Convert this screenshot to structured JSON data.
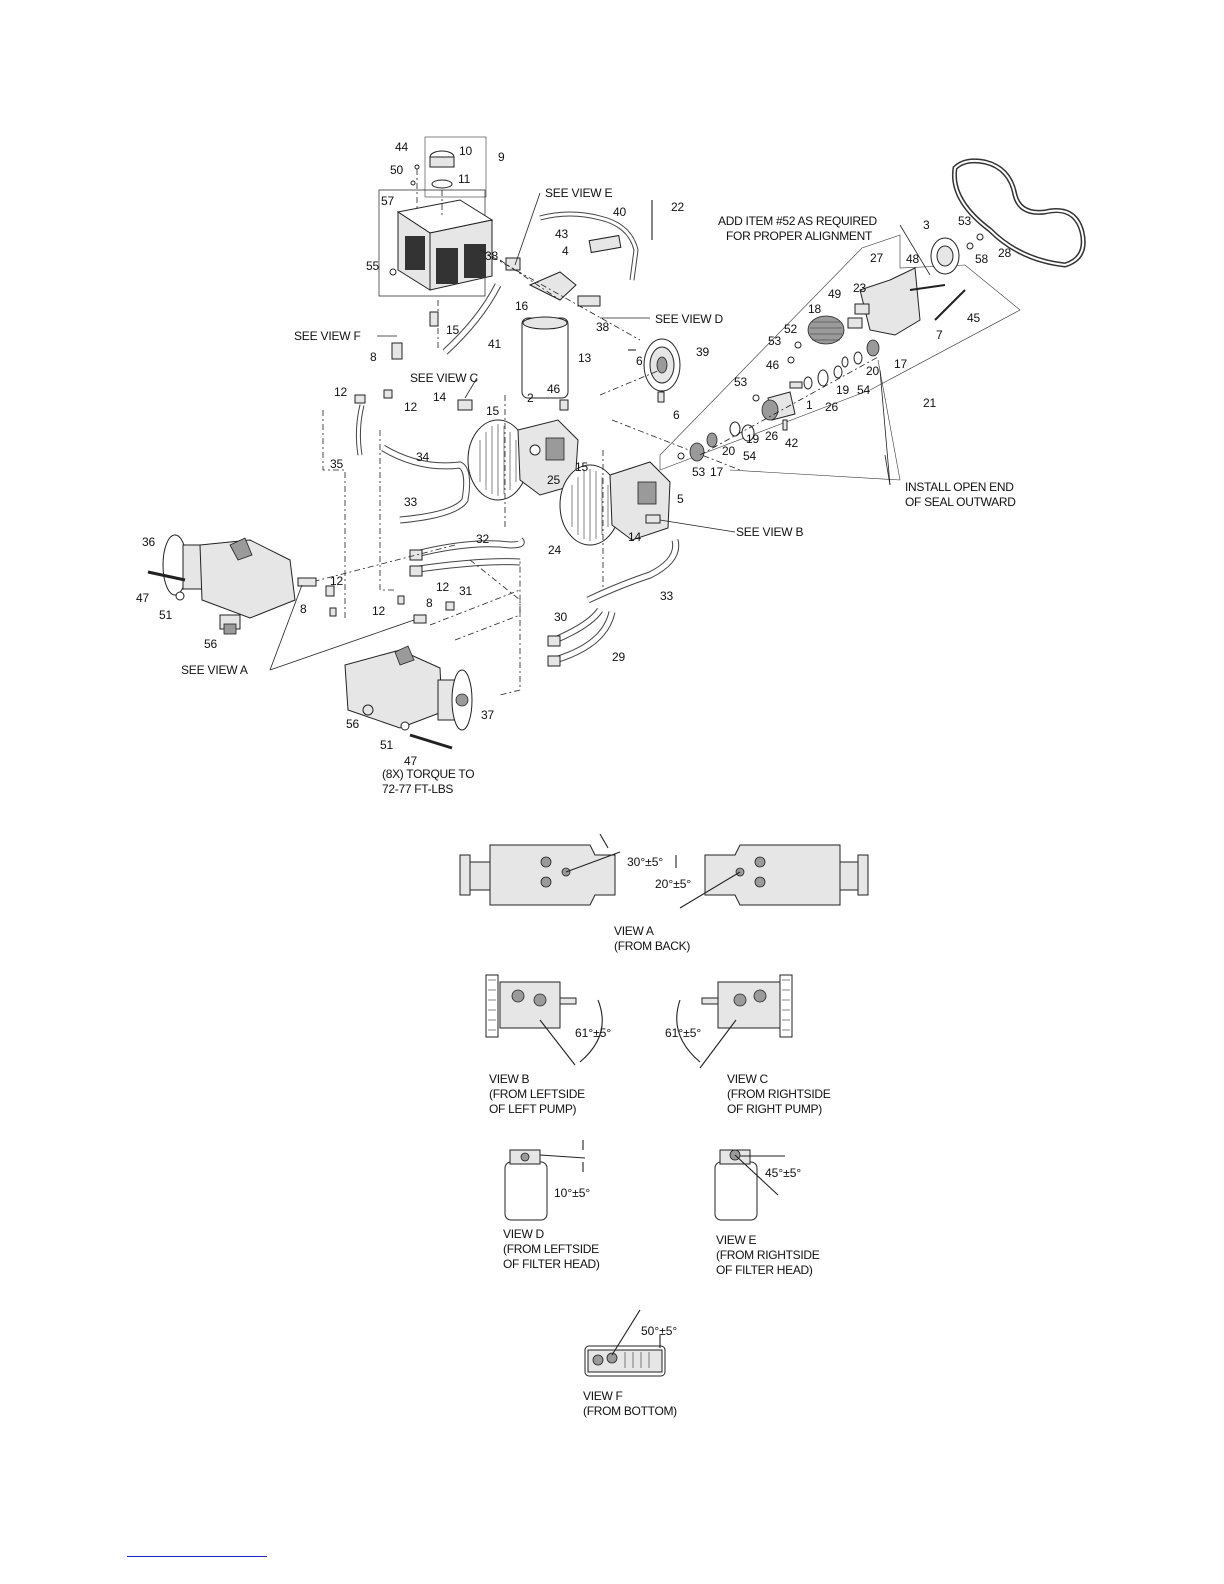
{
  "callouts": [
    {
      "id": "c44",
      "text": "44"
    },
    {
      "id": "c10",
      "text": "10"
    },
    {
      "id": "c9",
      "text": "9"
    },
    {
      "id": "c50",
      "text": "50"
    },
    {
      "id": "c11",
      "text": "11"
    },
    {
      "id": "c57",
      "text": "57"
    },
    {
      "id": "c55",
      "text": "55"
    },
    {
      "id": "c38a",
      "text": "38"
    },
    {
      "id": "c40",
      "text": "40"
    },
    {
      "id": "c22",
      "text": "22"
    },
    {
      "id": "c43",
      "text": "43"
    },
    {
      "id": "c4",
      "text": "4"
    },
    {
      "id": "c16",
      "text": "16"
    },
    {
      "id": "c38b",
      "text": "38"
    },
    {
      "id": "c15a",
      "text": "15"
    },
    {
      "id": "c41",
      "text": "41"
    },
    {
      "id": "c13",
      "text": "13"
    },
    {
      "id": "c8a",
      "text": "8"
    },
    {
      "id": "c12a",
      "text": "12"
    },
    {
      "id": "c12b",
      "text": "12"
    },
    {
      "id": "c14a",
      "text": "14"
    },
    {
      "id": "c15b",
      "text": "15"
    },
    {
      "id": "c46a",
      "text": "46"
    },
    {
      "id": "c2",
      "text": "2"
    },
    {
      "id": "c35",
      "text": "35"
    },
    {
      "id": "c34",
      "text": "34"
    },
    {
      "id": "c33a",
      "text": "33"
    },
    {
      "id": "c25",
      "text": "25"
    },
    {
      "id": "c15c",
      "text": "15"
    },
    {
      "id": "c6a",
      "text": "6"
    },
    {
      "id": "c39",
      "text": "39"
    },
    {
      "id": "c6b",
      "text": "6"
    },
    {
      "id": "c5",
      "text": "5"
    },
    {
      "id": "c14b",
      "text": "14"
    },
    {
      "id": "c24",
      "text": "24"
    },
    {
      "id": "c32",
      "text": "32"
    },
    {
      "id": "c33b",
      "text": "33"
    },
    {
      "id": "c36",
      "text": "36"
    },
    {
      "id": "c47a",
      "text": "47"
    },
    {
      "id": "c51a",
      "text": "51"
    },
    {
      "id": "c8b",
      "text": "8"
    },
    {
      "id": "c12c",
      "text": "12"
    },
    {
      "id": "c56a",
      "text": "56"
    },
    {
      "id": "c12d",
      "text": "12"
    },
    {
      "id": "c31",
      "text": "31"
    },
    {
      "id": "c12e",
      "text": "12"
    },
    {
      "id": "c8c",
      "text": "8"
    },
    {
      "id": "c30",
      "text": "30"
    },
    {
      "id": "c29",
      "text": "29"
    },
    {
      "id": "c56b",
      "text": "56"
    },
    {
      "id": "c37",
      "text": "37"
    },
    {
      "id": "c51b",
      "text": "51"
    },
    {
      "id": "c47b",
      "text": "47"
    },
    {
      "id": "c3",
      "text": "3"
    },
    {
      "id": "c53a",
      "text": "53"
    },
    {
      "id": "c58",
      "text": "58"
    },
    {
      "id": "c28",
      "text": "28"
    },
    {
      "id": "c27",
      "text": "27"
    },
    {
      "id": "c48",
      "text": "48"
    },
    {
      "id": "c49",
      "text": "49"
    },
    {
      "id": "c23",
      "text": "23"
    },
    {
      "id": "c18",
      "text": "18"
    },
    {
      "id": "c45",
      "text": "45"
    },
    {
      "id": "c52",
      "text": "52"
    },
    {
      "id": "c53b",
      "text": "53"
    },
    {
      "id": "c7",
      "text": "7"
    },
    {
      "id": "c17a",
      "text": "17"
    },
    {
      "id": "c20a",
      "text": "20"
    },
    {
      "id": "c46b",
      "text": "46"
    },
    {
      "id": "c53c",
      "text": "53"
    },
    {
      "id": "c19a",
      "text": "19"
    },
    {
      "id": "c54a",
      "text": "54"
    },
    {
      "id": "c1",
      "text": "1"
    },
    {
      "id": "c26a",
      "text": "26"
    },
    {
      "id": "c21",
      "text": "21"
    },
    {
      "id": "c19b",
      "text": "19"
    },
    {
      "id": "c26b",
      "text": "26"
    },
    {
      "id": "c42",
      "text": "42"
    },
    {
      "id": "c20b",
      "text": "20"
    },
    {
      "id": "c54b",
      "text": "54"
    },
    {
      "id": "c53d",
      "text": "53"
    },
    {
      "id": "c17b",
      "text": "17"
    }
  ],
  "notes": {
    "see_view_e": "SEE VIEW E",
    "see_view_d": "SEE VIEW D",
    "see_view_f": "SEE VIEW F",
    "see_view_c": "SEE VIEW C",
    "see_view_b": "SEE VIEW B",
    "see_view_a": "SEE VIEW A",
    "add_item_1": "ADD ITEM #52 AS REQUIRED",
    "add_item_2": "FOR PROPER ALIGNMENT",
    "install_1": "INSTALL OPEN END",
    "install_2": "OF SEAL OUTWARD",
    "torque_1": "(8X) TORQUE TO",
    "torque_2": "72-77 FT-LBS"
  },
  "views": {
    "a": {
      "angle_left": "30°±5°",
      "angle_right": "20°±5°",
      "title": "VIEW A",
      "subtitle": "(FROM BACK)"
    },
    "b": {
      "angle": "61°±5°",
      "title": "VIEW B",
      "line2": "(FROM LEFTSIDE",
      "line3": "OF LEFT PUMP)"
    },
    "c": {
      "angle": "61°±5°",
      "title": "VIEW C",
      "line2": "(FROM RIGHTSIDE",
      "line3": "OF RIGHT PUMP)"
    },
    "d": {
      "angle": "10°±5°",
      "title": "VIEW D",
      "line2": "(FROM LEFTSIDE",
      "line3": "OF FILTER HEAD)"
    },
    "e": {
      "angle": "45°±5°",
      "title": "VIEW E",
      "line2": "(FROM RIGHTSIDE",
      "line3": "OF FILTER HEAD)"
    },
    "f": {
      "angle": "50°±5°",
      "title": "VIEW F",
      "subtitle": "(FROM BOTTOM)"
    }
  }
}
